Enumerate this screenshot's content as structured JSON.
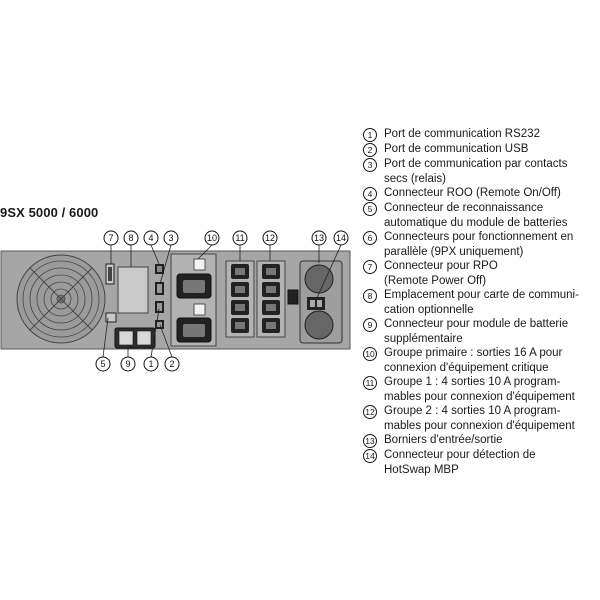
{
  "model_title": "9SX 5000 / 6000",
  "diagram": {
    "top_callouts": [
      "7",
      "8",
      "4",
      "3",
      "10",
      "11",
      "12",
      "13",
      "14"
    ],
    "bottom_callouts": [
      "5",
      "9",
      "1",
      "2"
    ]
  },
  "legend": [
    {
      "num": "1",
      "text": "Port de communication RS232"
    },
    {
      "num": "2",
      "text": "Port de communication USB"
    },
    {
      "num": "3",
      "text": "Port de communication par contacts\nsecs (relais)"
    },
    {
      "num": "4",
      "text": "Connecteur ROO (Remote On/Off)"
    },
    {
      "num": "5",
      "text": "Connecteur de reconnaissance\nautomatique du module de batteries"
    },
    {
      "num": "6",
      "text": "Connecteurs pour fonctionnement en\nparallèle (9PX uniquement)"
    },
    {
      "num": "7",
      "text": "Connecteur pour RPO\n(Remote Power Off)"
    },
    {
      "num": "8",
      "text": "Emplacement pour carte de communi-\ncation optionnelle"
    },
    {
      "num": "9",
      "text": "Connecteur pour module de batterie\nsupplémentaire"
    },
    {
      "num": "10",
      "text": "Groupe primaire : sorties 16 A pour\nconnexion d'équipement critique"
    },
    {
      "num": "11",
      "text": "Groupe 1 : 4 sorties 10 A program-\nmables pour connexion d'équipement"
    },
    {
      "num": "12",
      "text": "Groupe 2 : 4 sorties 10 A program-\nmables pour connexion d'équipement"
    },
    {
      "num": "13",
      "text": "Borniers d'entrée/sortie"
    },
    {
      "num": "14",
      "text": "Connecteur pour détection de\nHotSwap MBP"
    }
  ]
}
